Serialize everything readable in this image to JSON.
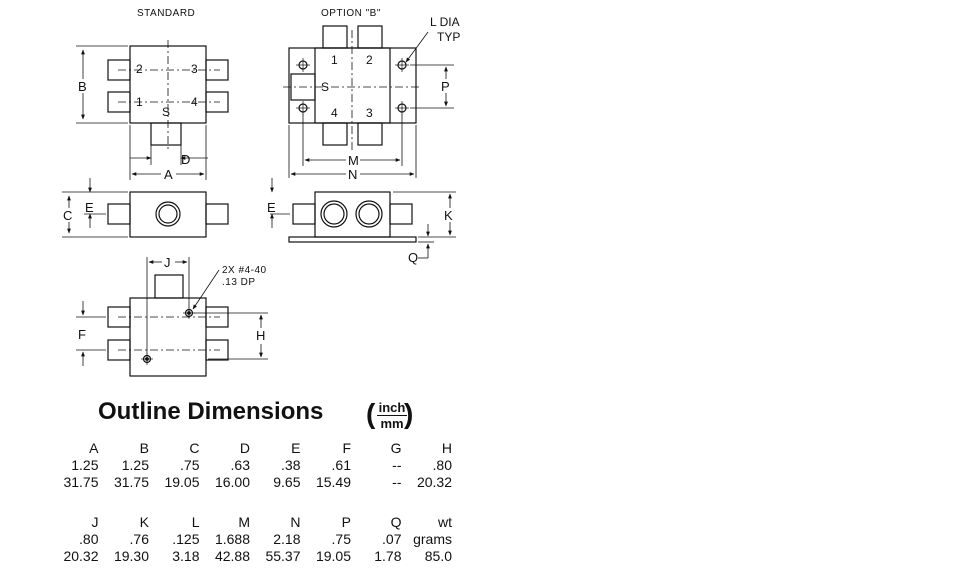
{
  "drawing": {
    "standard_label": "STANDARD",
    "option_label": "OPTION \"B\"",
    "l_dia_label": "L DIA",
    "typ_label": "TYP",
    "tap_note_line1": "2X #4-40",
    "tap_note_line2": ".13 DP",
    "port_labels": {
      "p1": "1",
      "p2": "2",
      "p3": "3",
      "p4": "4",
      "s": "S"
    },
    "dim_letters": {
      "A": "A",
      "B": "B",
      "C": "C",
      "D": "D",
      "E": "E",
      "F": "F",
      "H": "H",
      "J": "J",
      "K": "K",
      "M": "M",
      "N": "N",
      "P": "P",
      "Q": "Q"
    }
  },
  "dimensions": {
    "title": "Outline Dimensions",
    "unit_top": "inch",
    "unit_bottom": "mm",
    "table1": {
      "headers": [
        "A",
        "B",
        "C",
        "D",
        "E",
        "F",
        "G",
        "H"
      ],
      "inch": [
        "1.25",
        "1.25",
        ".75",
        ".63",
        ".38",
        ".61",
        "--",
        ".80"
      ],
      "mm": [
        "31.75",
        "31.75",
        "19.05",
        "16.00",
        "9.65",
        "15.49",
        "--",
        "20.32"
      ]
    },
    "table2": {
      "headers": [
        "J",
        "K",
        "L",
        "M",
        "N",
        "P",
        "Q",
        "wt"
      ],
      "inch": [
        ".80",
        ".76",
        ".125",
        "1.688",
        "2.18",
        ".75",
        ".07",
        "grams"
      ],
      "mm": [
        "20.32",
        "19.30",
        "3.18",
        "42.88",
        "55.37",
        "19.05",
        "1.78",
        "85.0"
      ]
    }
  }
}
